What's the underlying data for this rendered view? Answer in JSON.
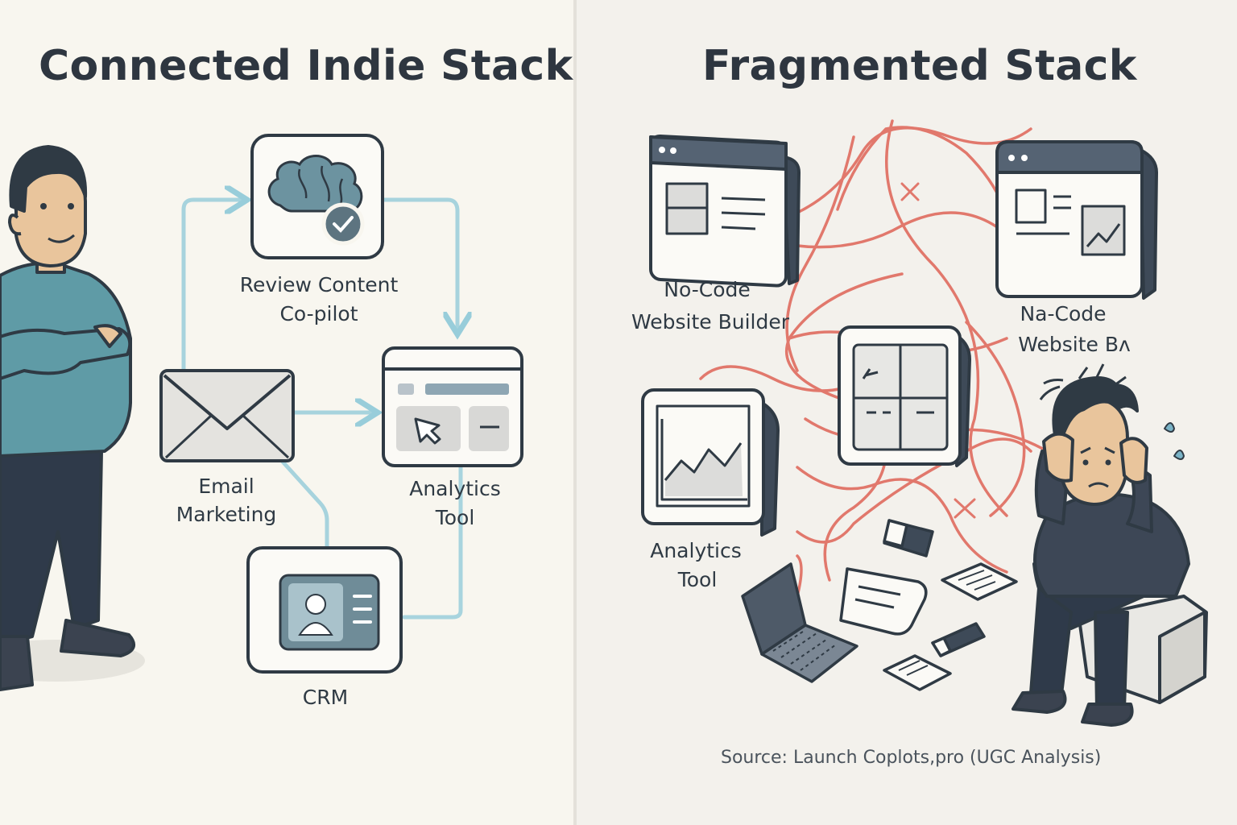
{
  "left": {
    "title": "Connected Indie Stack",
    "nodes": {
      "copilot": {
        "line1": "Review Content",
        "line2": "Co-pilot",
        "icon": "brain-check-icon"
      },
      "email": {
        "line1": "Email",
        "line2": "Marketing",
        "icon": "envelope-icon"
      },
      "analytics": {
        "line1": "Analytics",
        "line2": "Tool",
        "icon": "dashboard-cursor-icon"
      },
      "crm": {
        "label": "CRM",
        "icon": "contact-card-icon"
      }
    },
    "colors": {
      "connector": "#8ec9d8",
      "shirt": "#5f9ba6",
      "pants": "#2f3a4a"
    }
  },
  "right": {
    "title": "Fragmented Stack",
    "nodes": {
      "builder1": {
        "line1": "No-Code",
        "line2": "Website Builder"
      },
      "builder2": {
        "line1": "Na-Code",
        "line2": "Website Bʌ"
      },
      "analytics": {
        "line1": "Analytics",
        "line2": "Tool"
      }
    },
    "colors": {
      "tangle": "#e06b5f",
      "person": "#3d4756"
    }
  },
  "source": "Source: Launch Coplots,pro (UGC Analysis)"
}
